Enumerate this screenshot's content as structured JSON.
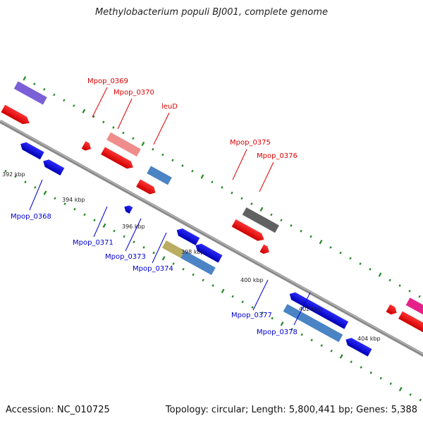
{
  "title": "Methylobacterium populi BJ001, complete genome",
  "footer": {
    "accession": "Accession: NC_010725",
    "summary": "Topology: circular; Length: 5,800,441 bp; Genes: 5,388"
  },
  "colors": {
    "forward_label": "#dd0000",
    "reverse_label": "#0000cc",
    "backbone": "#8a8a8a",
    "tick": "#228822"
  },
  "kbp_labels": [
    "392 kbp",
    "394 kbp",
    "396 kbp",
    "398 kbp",
    "400 kbp",
    "402 kbp",
    "404 kbp"
  ],
  "gene_labels": {
    "mpop_0368": "Mpop_0368",
    "mpop_0369": "Mpop_0369",
    "mpop_0370": "Mpop_0370",
    "leuD": "leuD",
    "mpop_0371": "Mpop_0371",
    "mpop_0373": "Mpop_0373",
    "mpop_0374": "Mpop_0374",
    "mpop_0375": "Mpop_0375",
    "mpop_0376": "Mpop_0376",
    "mpop_0377": "Mpop_0377",
    "mpop_0378": "Mpop_0378"
  }
}
